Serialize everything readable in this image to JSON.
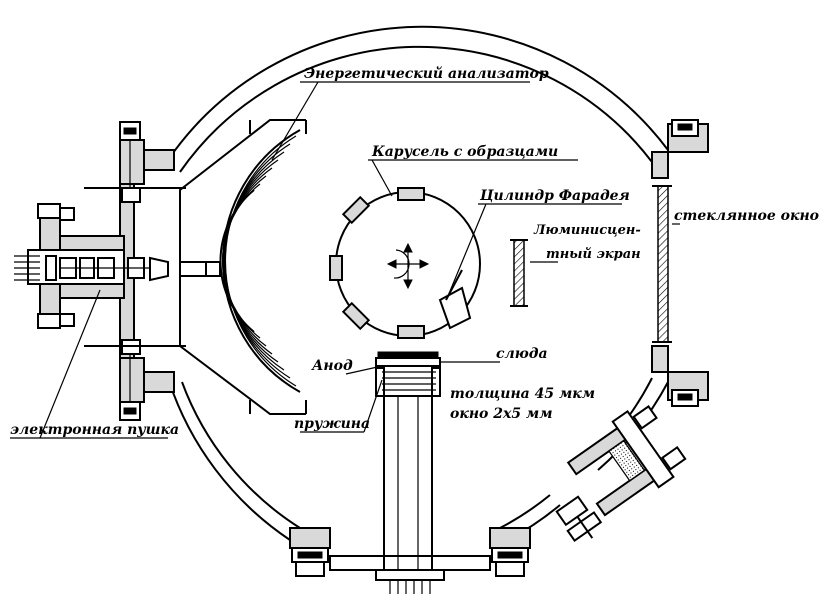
{
  "labels": {
    "energy_analyzer": "Энергетический анализатор",
    "sample_carousel": "Карусель с образцами",
    "faraday_cylinder": "Цилиндр Фарадея",
    "luminescent_screen_l1": "Люминисцен-",
    "luminescent_screen_l2": "тный экран",
    "glass_window": "стеклянное окно",
    "anode": "Анод",
    "mica": "слюда",
    "thickness": "толщина 45 мкм",
    "window_size": "окно 2х5 мм",
    "spring": "пружина",
    "electron_gun": "электронная пушка"
  }
}
